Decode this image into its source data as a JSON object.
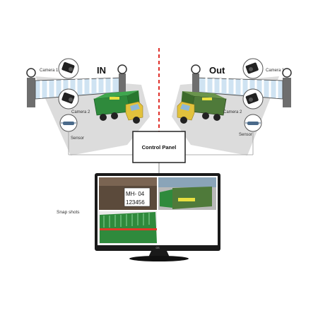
{
  "diagram": {
    "in_label": "IN",
    "out_label": "Out",
    "left": {
      "camera1": "Camera 1",
      "camera2": "Camera 2",
      "sensor": "Sensor"
    },
    "right": {
      "camera1": "Camera 1",
      "camera2": "Camera 2",
      "sensor": "Sensor"
    },
    "control_panel": "Control Panel",
    "snapshots": "Snap shots",
    "plate_line1": "MH- 04",
    "plate_line2": "123456",
    "monitor_brand": "OS"
  },
  "colors": {
    "ground": "#d9d9d9",
    "divider": "#e0302a",
    "truck_green": "#2f8a3c",
    "truck_cab": "#e2c23c",
    "gate_stripe": "#bcd9ee",
    "gate_post": "#6e6e6e",
    "monitor_frame": "#1a1a1a"
  },
  "icons": [
    "camera-icon",
    "sensor-icon",
    "gate-icon",
    "truck-icon",
    "monitor-icon"
  ]
}
